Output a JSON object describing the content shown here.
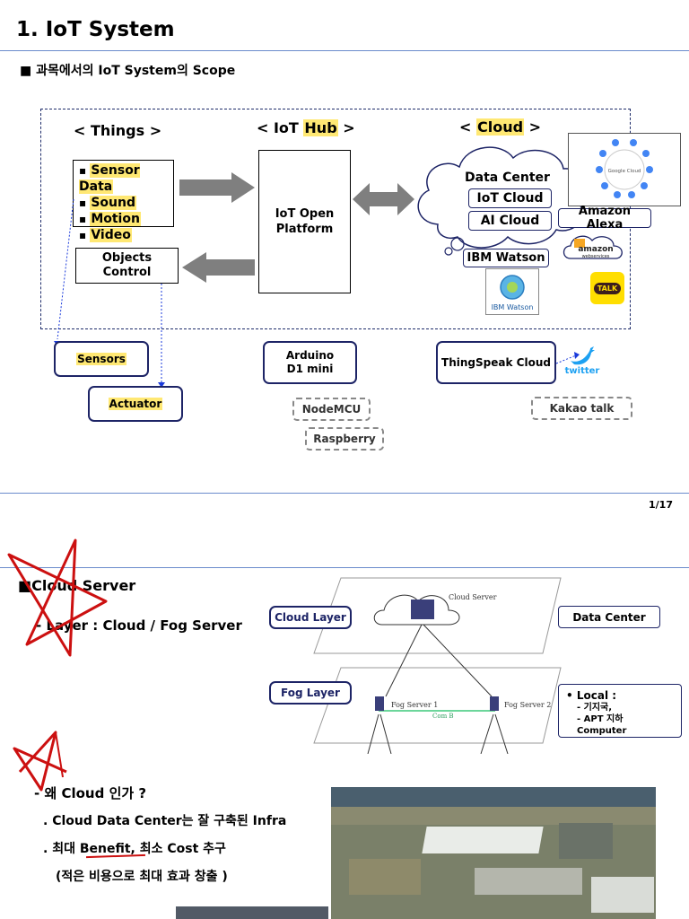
{
  "slide1": {
    "title": "1. IoT System",
    "subtitle_bullet": "■",
    "subtitle": "과목에서의 IoT System의 Scope",
    "things": {
      "heading": "< Things >",
      "inputs": [
        "Sensor Data",
        "Sound",
        "Motion",
        "Video"
      ],
      "objects_control": "Objects Control"
    },
    "hub": {
      "heading": "< IoT Hub >",
      "platform": "IoT Open Platform"
    },
    "cloud": {
      "heading": "< Cloud >",
      "data_center": "Data Center",
      "iot_cloud": "IoT Cloud",
      "ai_cloud": "AI Cloud",
      "amazon_alexa": "Amazon Alexa",
      "ibm_watson": "IBM Watson",
      "ibm_logo_text": "IBM Watson",
      "amazon_logo_text": "amazon",
      "amazon_logo_sub": "webservices",
      "google_cloud_text": "Google Cloud",
      "kakao_logo_text": "TALK"
    },
    "devices": {
      "sensors": "Sensors",
      "actuator": "Actuator",
      "arduino": "Arduino D1 mini",
      "nodemcu": "NodeMCU",
      "raspberry": "Raspberry",
      "thingspeak": "ThingSpeak Cloud",
      "twitter": "twitter",
      "kakao_talk": "Kakao talk"
    },
    "page_number": "1/17"
  },
  "slide2": {
    "heading": "Cloud Server",
    "heading_bullet": "■",
    "layer_line": "- Layer : Cloud / Fog Server",
    "cloud_layer": "Cloud Layer",
    "fog_layer": "Fog Layer",
    "data_center": "Data Center",
    "local_title": "Local :",
    "local_items": [
      "- 기지국,",
      "- APT 지하 Computer"
    ],
    "diagram": {
      "cloud_server": "Cloud Server",
      "fog_server_1": "Fog Server 1",
      "fog_server_2": "Fog Server 2",
      "com": "Com B"
    },
    "why_title": "- 왜 Cloud 인가 ?",
    "why_items": [
      ". Cloud Data Center는 잘 구축된 Infra",
      ". 최대 Benefit, 최소 Cost 추구",
      "(적은 비용으로 최대 효과 창출 )"
    ]
  },
  "colors": {
    "navy": "#1d2466",
    "highlight": "#ffe873",
    "arrow_gray": "#7f7f7f",
    "annotation_red": "#cc1010",
    "rule_blue": "#6b8ccc"
  }
}
